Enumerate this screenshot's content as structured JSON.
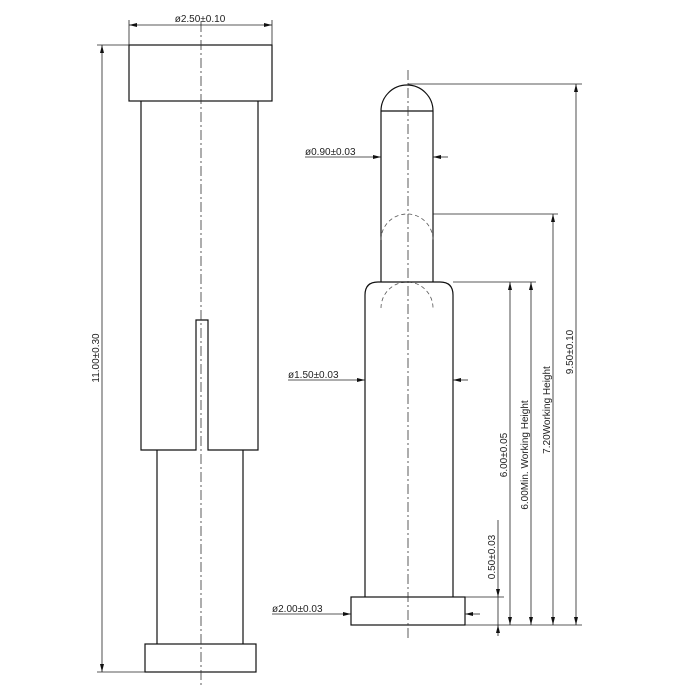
{
  "dims": {
    "top_diameter": "ø2.50±0.10",
    "total_length": "11.00±0.30",
    "tip_diameter": "ø0.90±0.03",
    "barrel_diameter": "ø1.50±0.03",
    "flange_diameter": "ø2.00±0.03",
    "stroke": "6.00±0.05",
    "min_working_height": "6.00Min. Working Height",
    "working_height": "7.20Working Height",
    "free_height": "9.50±0.10",
    "flange_thickness": "0.50±0.03"
  },
  "colors": {
    "line": "#111111",
    "background": "#ffffff"
  }
}
